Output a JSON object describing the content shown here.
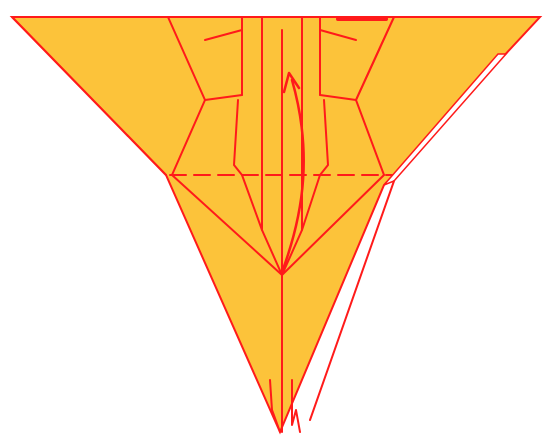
{
  "figure": {
    "kind": "origami-fold-diagram",
    "colors": {
      "paper": "#FCC33A",
      "crease": "#FF1A1A",
      "background": "#FFFFFF",
      "gap": "#FFFFFF"
    },
    "symbols": {
      "fold_line": "dashed-valley-fold",
      "action_arrow": "curved-arrow-up"
    }
  }
}
